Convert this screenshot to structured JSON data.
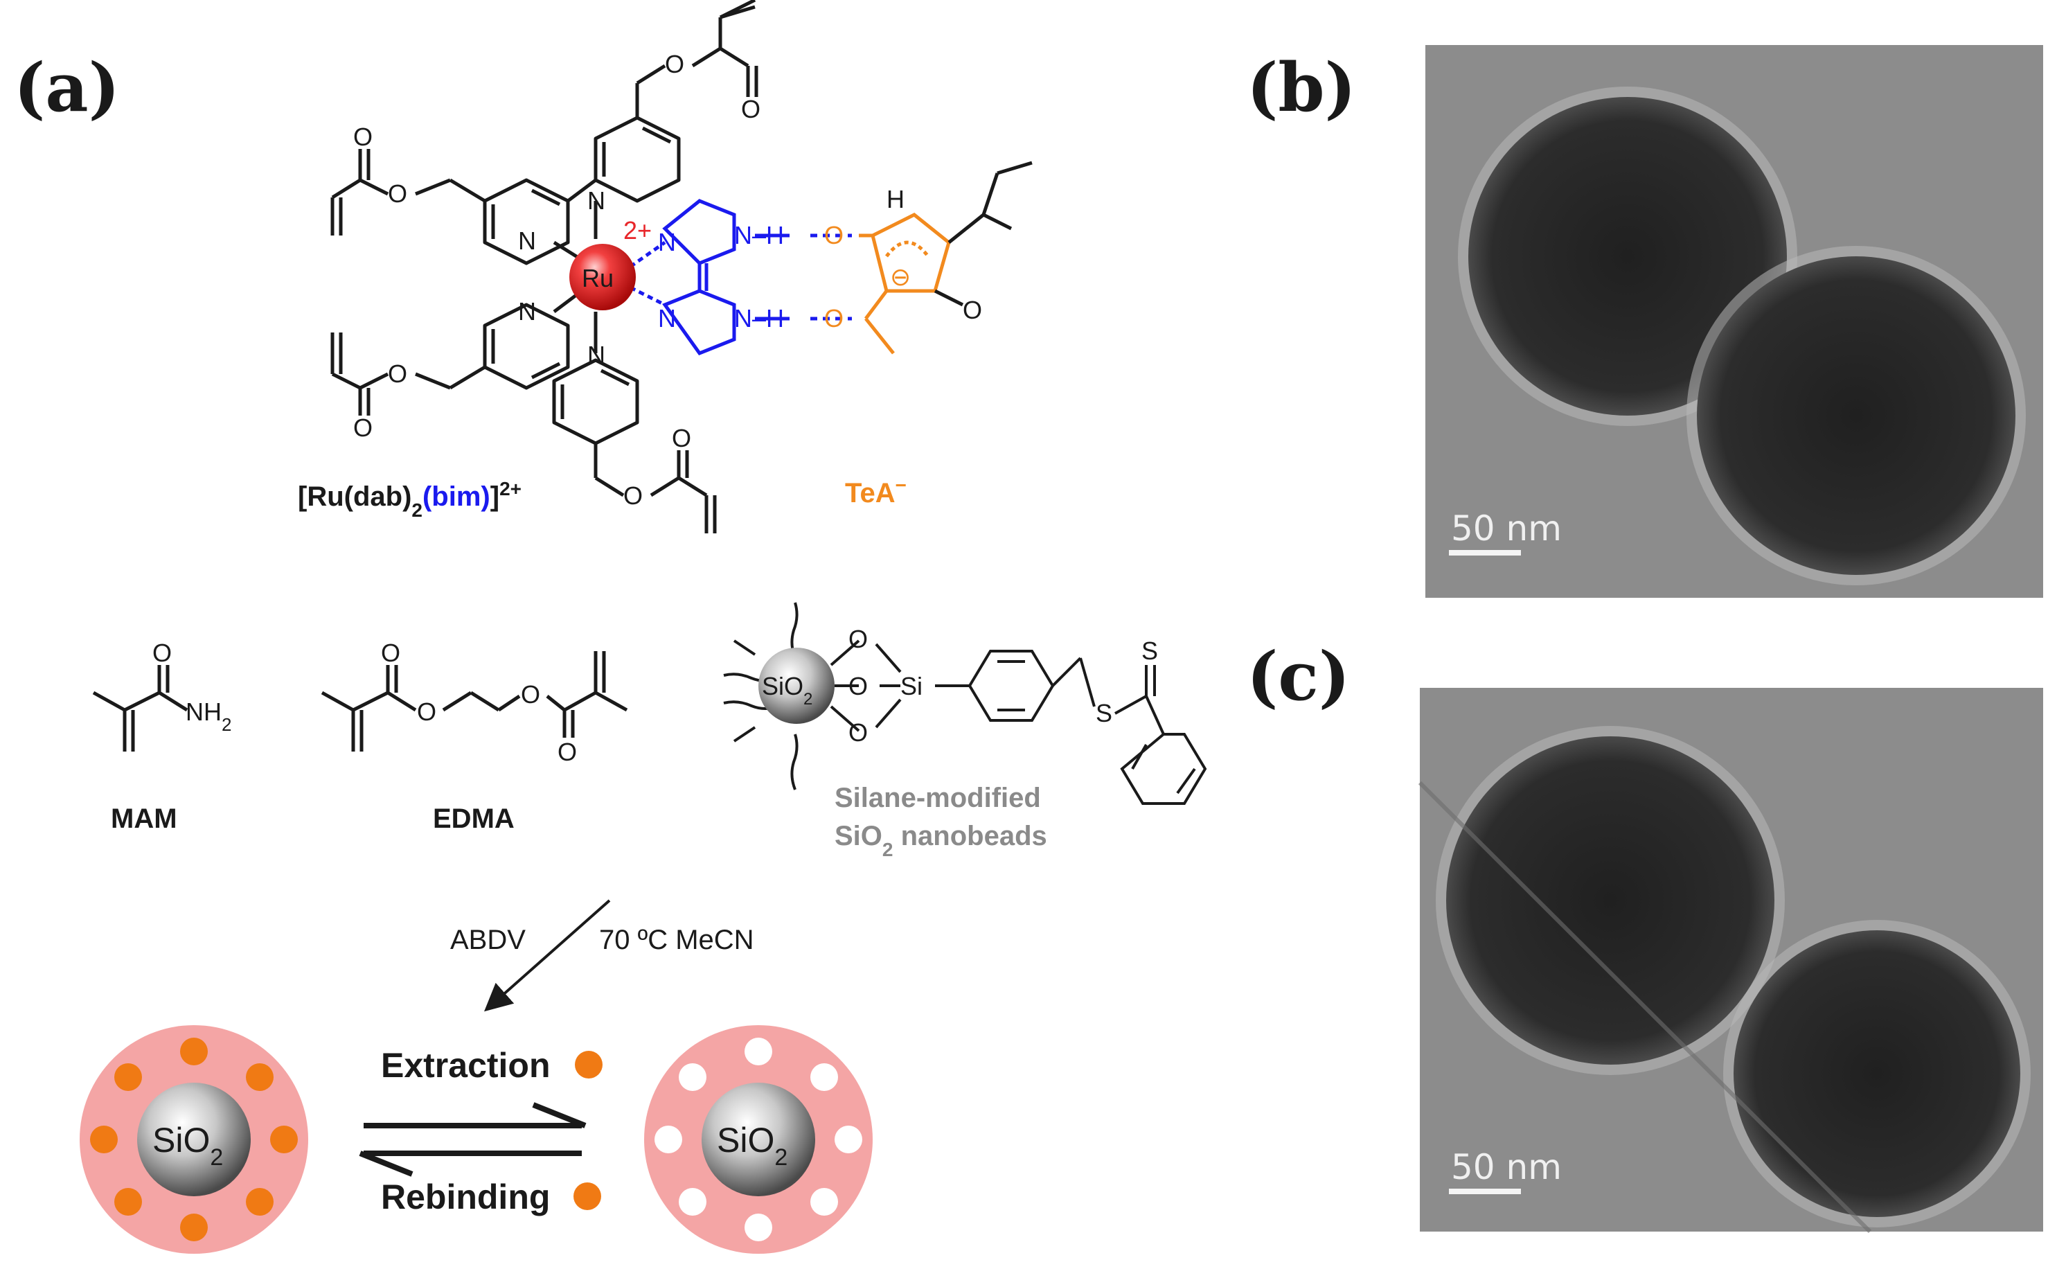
{
  "panels": {
    "a": "(a)",
    "b": "(b)",
    "c": "(c)"
  },
  "complex": {
    "metal": "Ru",
    "charge": "2+",
    "label_prefix": "[Ru(dab)",
    "label_sub": "2",
    "label_bim": "(bim)",
    "label_bracket": "]",
    "label_sup": "2+",
    "guest": "TeA",
    "guest_sup": "−",
    "guest_charge": "⊖",
    "atoms": {
      "N": "N",
      "O": "O",
      "H": "H",
      "NH": "N–H",
      "S": "S",
      "Si": "Si",
      "NH2": "NH",
      "NH2_sub": "2"
    }
  },
  "monomers": {
    "mam": "MAM",
    "edma": "EDMA",
    "silane_line1": "Silane-modified",
    "silane_line2_a": "SiO",
    "silane_line2_sub": "2",
    "silane_line2_b": " nanobeads",
    "bead_core": "SiO",
    "bead_core_sub": "2"
  },
  "reaction": {
    "initiator": "ABDV",
    "conditions": "70 ºC MeCN",
    "forward": "Extraction",
    "reverse": "Rebinding"
  },
  "tem": {
    "scale_b": "50 nm",
    "scale_c": "50 nm"
  },
  "colors": {
    "ru": "#e8262a",
    "bim": "#1a1aee",
    "guest": "#f28a1e",
    "shell": "#f4a5a5",
    "dot": "#f07a14",
    "tem_bg": "#8c8c8c",
    "tem_particle": "#262626"
  }
}
